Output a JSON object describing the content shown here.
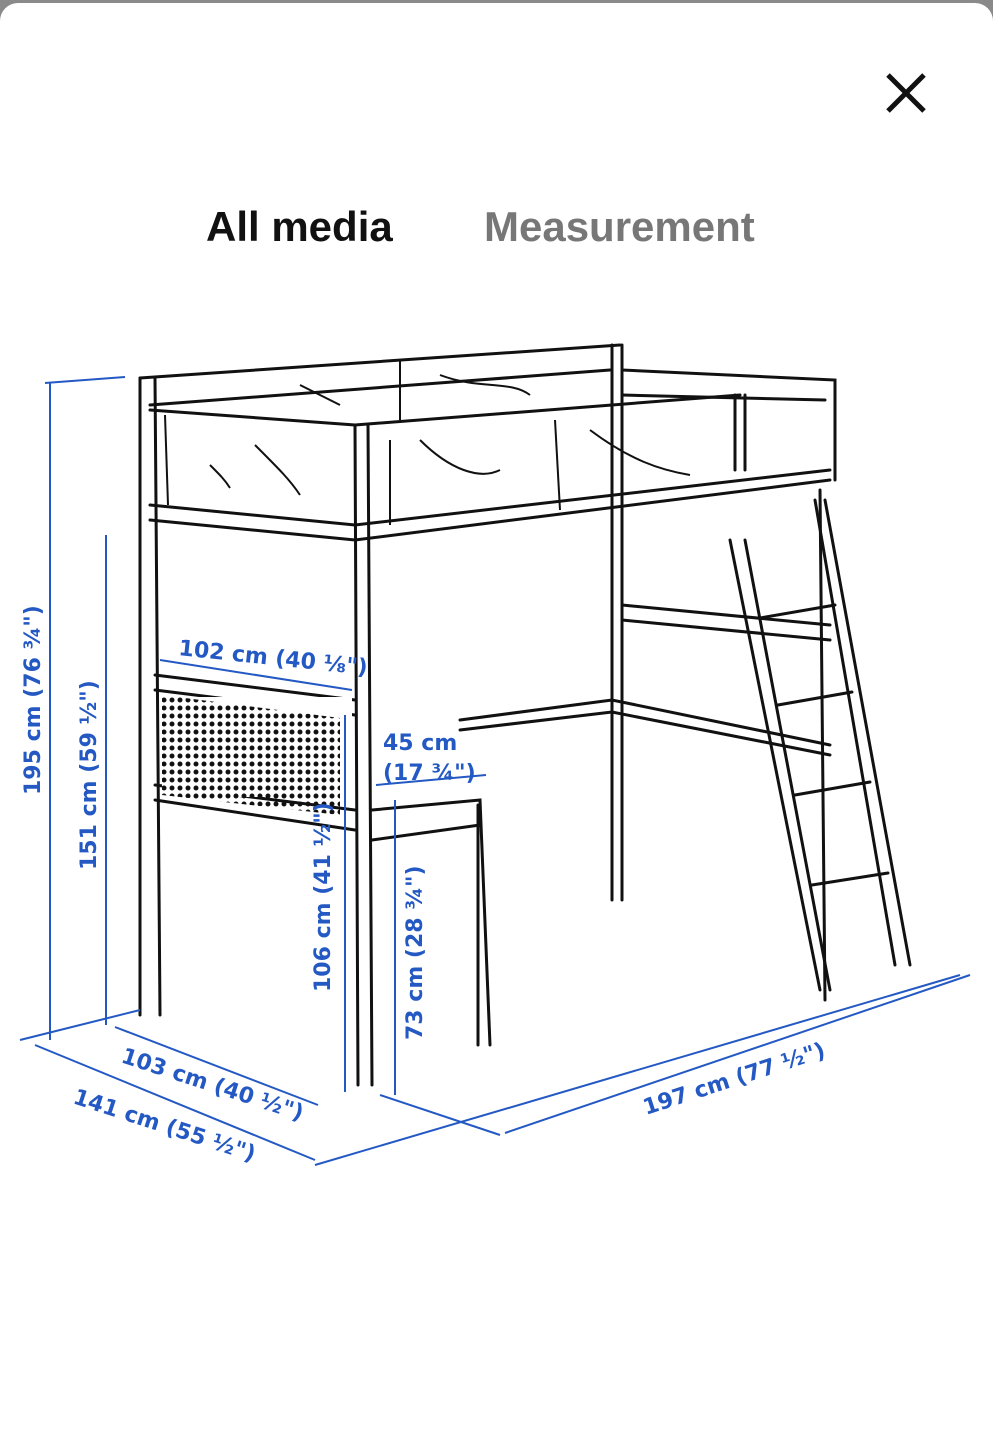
{
  "tabs": [
    {
      "label": "All media",
      "active": true
    },
    {
      "label": "Measurement",
      "active": false
    }
  ],
  "close_icon": "close-icon",
  "dimensions": {
    "total_height": "195 cm (76 ¾\")",
    "bed_height": "151 cm (59 ½\")",
    "underbed_height": "106 cm (41 ½\")",
    "desk_height": "73 cm (28 ¾\")",
    "desk_width": "102 cm (40 ⅛\")",
    "desk_depth_cm": "45 cm",
    "desk_depth_in": "(17 ¾\")",
    "inner_width": "103 cm (40 ½\")",
    "total_width": "141 cm (55 ½\")",
    "total_length": "197 cm (77 ½\")"
  },
  "colors": {
    "dimension": "#2459c4",
    "active_tab": "#111111",
    "inactive_tab": "#777777"
  }
}
